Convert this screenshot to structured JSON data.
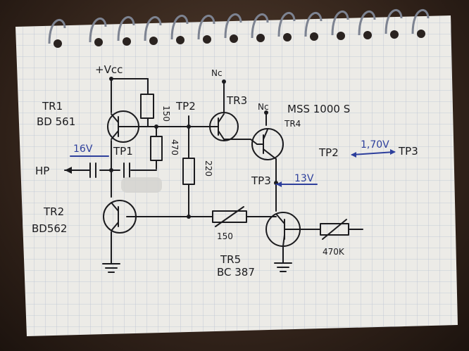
{
  "colors": {
    "ink": "#1b1b1e",
    "blue_ink": "#2d3f9c",
    "paper": "#ecebe7",
    "grid": "#b9c2d2"
  },
  "labels": {
    "vcc": "+Vcc",
    "tr1_name": "TR1",
    "tr1_part": "BD 561",
    "tr2_name": "TR2",
    "tr2_part": "BD562",
    "tr3_name": "TR3",
    "tr3_nc": "Nc",
    "tr4_name": "TR4",
    "tr4_nc": "Nc",
    "tr4_part": "MSS 1000 S",
    "tr5_name": "TR5",
    "tr5_part": "BC 387",
    "tp1": "TP1",
    "tp2": "TP2",
    "tp3": "TP3",
    "hp": "HP",
    "r150_top": "150",
    "r470": "470",
    "r220": "220",
    "r150_bottom": "150",
    "r470k": "470K",
    "v16": "16V",
    "v13": "13V",
    "v170": "1,70V",
    "tp2_note": "TP2",
    "tp3_note": "TP3"
  }
}
